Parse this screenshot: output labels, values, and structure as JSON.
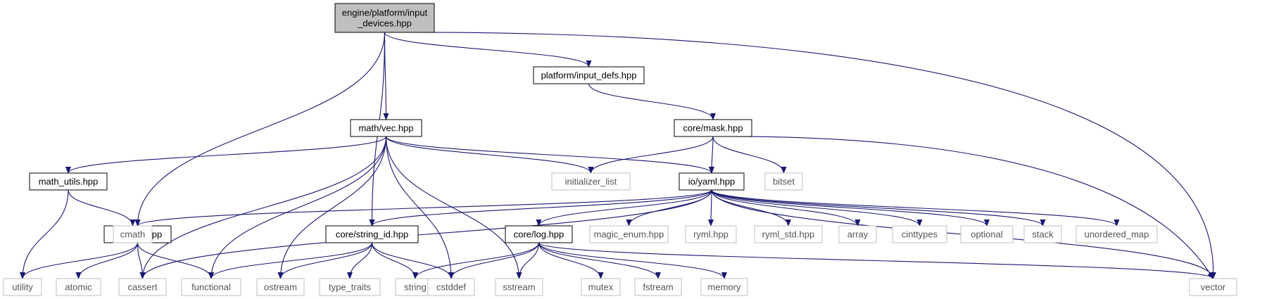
{
  "colors": {
    "edge": "#191970",
    "root_fill": "#bfbfbf",
    "box_border": "#000000",
    "ext_border": "#bfbfbf",
    "ext_text": "#555555"
  },
  "nodes": [
    {
      "id": "root",
      "lines": [
        "engine/platform/input",
        "_devices.hpp"
      ],
      "kind": "root",
      "icon": "none"
    },
    {
      "id": "input_defs",
      "lines": [
        "platform/input_defs.hpp"
      ],
      "kind": "internal"
    },
    {
      "id": "mask",
      "lines": [
        "core/mask.hpp"
      ],
      "kind": "internal"
    },
    {
      "id": "vec",
      "lines": [
        "math/vec.hpp"
      ],
      "kind": "internal"
    },
    {
      "id": "math_utils",
      "lines": [
        "math_utils.hpp"
      ],
      "kind": "internal"
    },
    {
      "id": "yaml",
      "lines": [
        "io/yaml.hpp"
      ],
      "kind": "internal"
    },
    {
      "id": "ref",
      "lines": [
        "core/ref.hpp"
      ],
      "kind": "internal"
    },
    {
      "id": "string_id",
      "lines": [
        "core/string_id.hpp"
      ],
      "kind": "internal"
    },
    {
      "id": "log",
      "lines": [
        "core/log.hpp"
      ],
      "kind": "internal"
    },
    {
      "id": "initializer_list",
      "lines": [
        "initializer_list"
      ],
      "kind": "external"
    },
    {
      "id": "bitset",
      "lines": [
        "bitset"
      ],
      "kind": "external"
    },
    {
      "id": "cmath",
      "lines": [
        "cmath"
      ],
      "kind": "external"
    },
    {
      "id": "magic_enum",
      "lines": [
        "magic_enum.hpp"
      ],
      "kind": "external"
    },
    {
      "id": "ryml",
      "lines": [
        "ryml.hpp"
      ],
      "kind": "external"
    },
    {
      "id": "ryml_std",
      "lines": [
        "ryml_std.hpp"
      ],
      "kind": "external"
    },
    {
      "id": "array",
      "lines": [
        "array"
      ],
      "kind": "external"
    },
    {
      "id": "cinttypes",
      "lines": [
        "cinttypes"
      ],
      "kind": "external"
    },
    {
      "id": "optional",
      "lines": [
        "optional"
      ],
      "kind": "external"
    },
    {
      "id": "stack",
      "lines": [
        "stack"
      ],
      "kind": "external"
    },
    {
      "id": "unordered_map",
      "lines": [
        "unordered_map"
      ],
      "kind": "external"
    },
    {
      "id": "utility",
      "lines": [
        "utility"
      ],
      "kind": "external"
    },
    {
      "id": "atomic",
      "lines": [
        "atomic"
      ],
      "kind": "external"
    },
    {
      "id": "cassert",
      "lines": [
        "cassert"
      ],
      "kind": "external"
    },
    {
      "id": "functional",
      "lines": [
        "functional"
      ],
      "kind": "external"
    },
    {
      "id": "ostream",
      "lines": [
        "ostream"
      ],
      "kind": "external"
    },
    {
      "id": "type_traits",
      "lines": [
        "type_traits"
      ],
      "kind": "external"
    },
    {
      "id": "string",
      "lines": [
        "string"
      ],
      "kind": "external"
    },
    {
      "id": "cstddef",
      "lines": [
        "cstddef"
      ],
      "kind": "external"
    },
    {
      "id": "sstream",
      "lines": [
        "sstream"
      ],
      "kind": "external"
    },
    {
      "id": "mutex",
      "lines": [
        "mutex"
      ],
      "kind": "external"
    },
    {
      "id": "fstream",
      "lines": [
        "fstream"
      ],
      "kind": "external"
    },
    {
      "id": "memory",
      "lines": [
        "memory"
      ],
      "kind": "external"
    },
    {
      "id": "vector",
      "lines": [
        "vector"
      ],
      "kind": "external"
    }
  ],
  "edges": [
    [
      "root",
      "input_defs"
    ],
    [
      "root",
      "vec"
    ],
    [
      "root",
      "ref"
    ],
    [
      "root",
      "string_id"
    ],
    [
      "root",
      "vector"
    ],
    [
      "input_defs",
      "mask"
    ],
    [
      "mask",
      "yaml"
    ],
    [
      "mask",
      "initializer_list"
    ],
    [
      "mask",
      "bitset"
    ],
    [
      "mask",
      "vector"
    ],
    [
      "vec",
      "math_utils"
    ],
    [
      "vec",
      "initializer_list"
    ],
    [
      "vec",
      "yaml"
    ],
    [
      "vec",
      "cassert"
    ],
    [
      "vec",
      "functional"
    ],
    [
      "vec",
      "ostream"
    ],
    [
      "vec",
      "cstddef"
    ],
    [
      "vec",
      "sstream"
    ],
    [
      "math_utils",
      "cmath"
    ],
    [
      "math_utils",
      "utility"
    ],
    [
      "yaml",
      "ref"
    ],
    [
      "yaml",
      "string_id"
    ],
    [
      "yaml",
      "log"
    ],
    [
      "yaml",
      "magic_enum"
    ],
    [
      "yaml",
      "ryml"
    ],
    [
      "yaml",
      "ryml_std"
    ],
    [
      "yaml",
      "array"
    ],
    [
      "yaml",
      "cinttypes"
    ],
    [
      "yaml",
      "optional"
    ],
    [
      "yaml",
      "stack"
    ],
    [
      "yaml",
      "unordered_map"
    ],
    [
      "yaml",
      "vector"
    ],
    [
      "yaml",
      "cassert"
    ],
    [
      "ref",
      "utility"
    ],
    [
      "ref",
      "atomic"
    ],
    [
      "ref",
      "cassert"
    ],
    [
      "ref",
      "functional"
    ],
    [
      "string_id",
      "functional"
    ],
    [
      "string_id",
      "ostream"
    ],
    [
      "string_id",
      "type_traits"
    ],
    [
      "string_id",
      "string"
    ],
    [
      "string_id",
      "cstddef"
    ],
    [
      "log",
      "string"
    ],
    [
      "log",
      "cstddef"
    ],
    [
      "log",
      "sstream"
    ],
    [
      "log",
      "mutex"
    ],
    [
      "log",
      "fstream"
    ],
    [
      "log",
      "memory"
    ],
    [
      "log",
      "vector"
    ]
  ]
}
